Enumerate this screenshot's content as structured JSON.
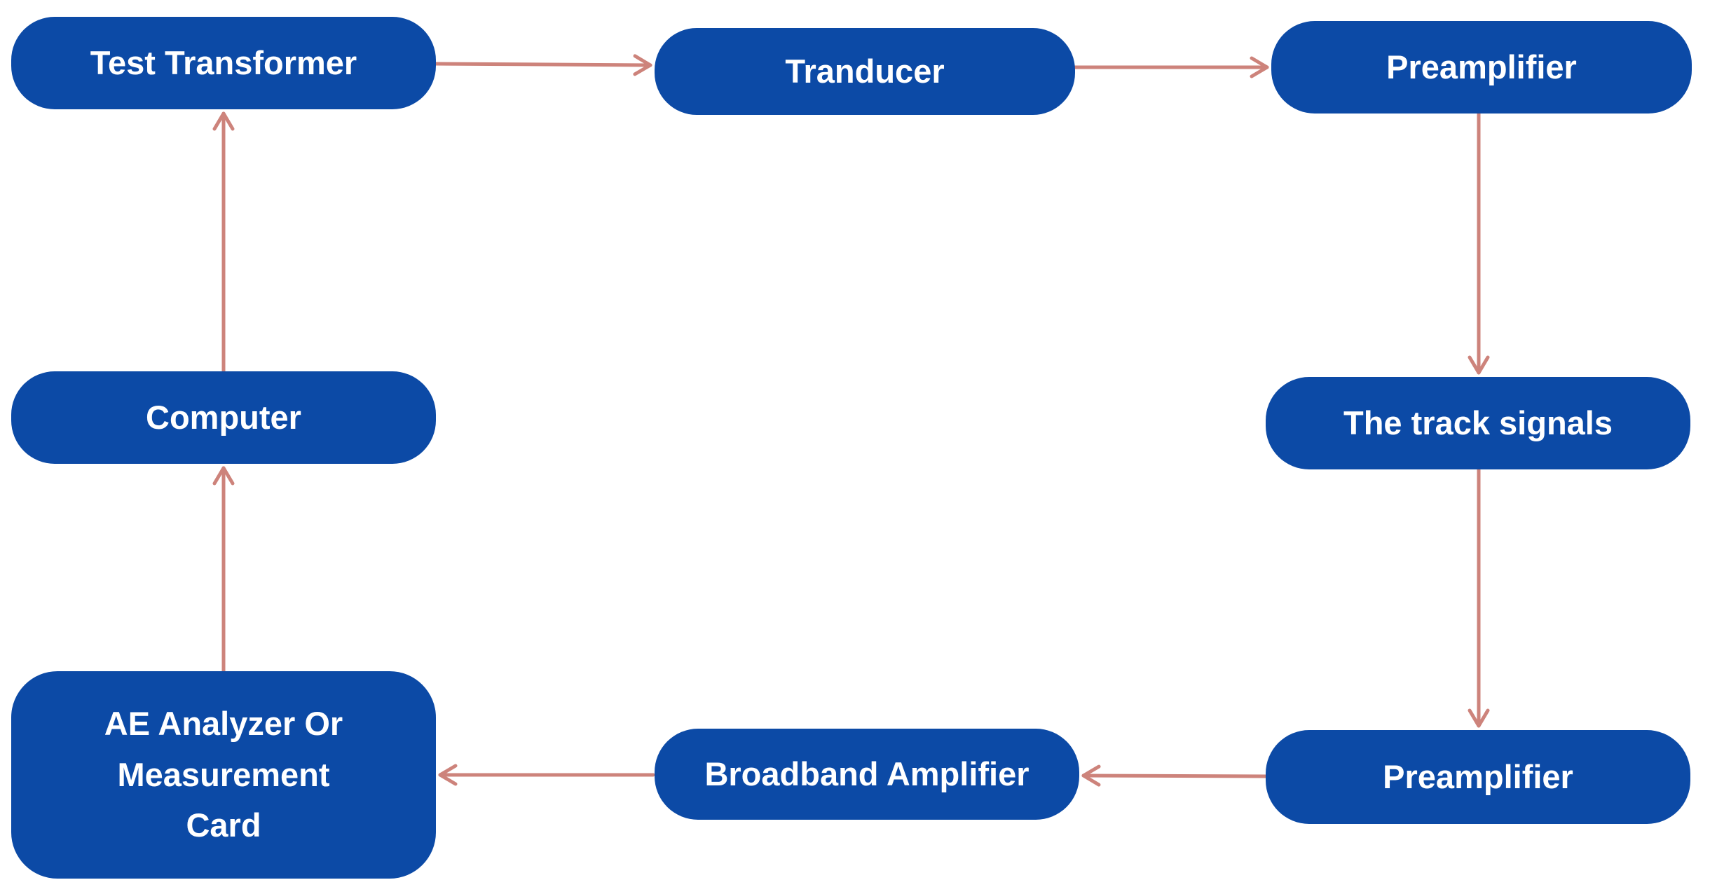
{
  "colors": {
    "node_fill": "#0c4aa6",
    "node_text": "#ffffff",
    "edge": "#cd837b",
    "background": "#ffffff"
  },
  "diagram": {
    "nodes": {
      "test_transformer": {
        "label": "Test Transformer"
      },
      "tranducer": {
        "label": "Tranducer"
      },
      "preamplifier_top": {
        "label": "Preamplifier"
      },
      "track_signals": {
        "label": "The track signals"
      },
      "preamplifier_bottom": {
        "label": "Preamplifier"
      },
      "broadband_amplifier": {
        "label": "Broadband Amplifier"
      },
      "ae_analyzer": {
        "label": "AE Analyzer Or Measurement Card"
      },
      "computer": {
        "label": "Computer"
      }
    },
    "edges": [
      {
        "from": "test_transformer",
        "to": "tranducer"
      },
      {
        "from": "tranducer",
        "to": "preamplifier_top"
      },
      {
        "from": "preamplifier_top",
        "to": "track_signals"
      },
      {
        "from": "track_signals",
        "to": "preamplifier_bottom"
      },
      {
        "from": "preamplifier_bottom",
        "to": "broadband_amplifier"
      },
      {
        "from": "broadband_amplifier",
        "to": "ae_analyzer"
      },
      {
        "from": "ae_analyzer",
        "to": "computer"
      },
      {
        "from": "computer",
        "to": "test_transformer"
      }
    ]
  }
}
